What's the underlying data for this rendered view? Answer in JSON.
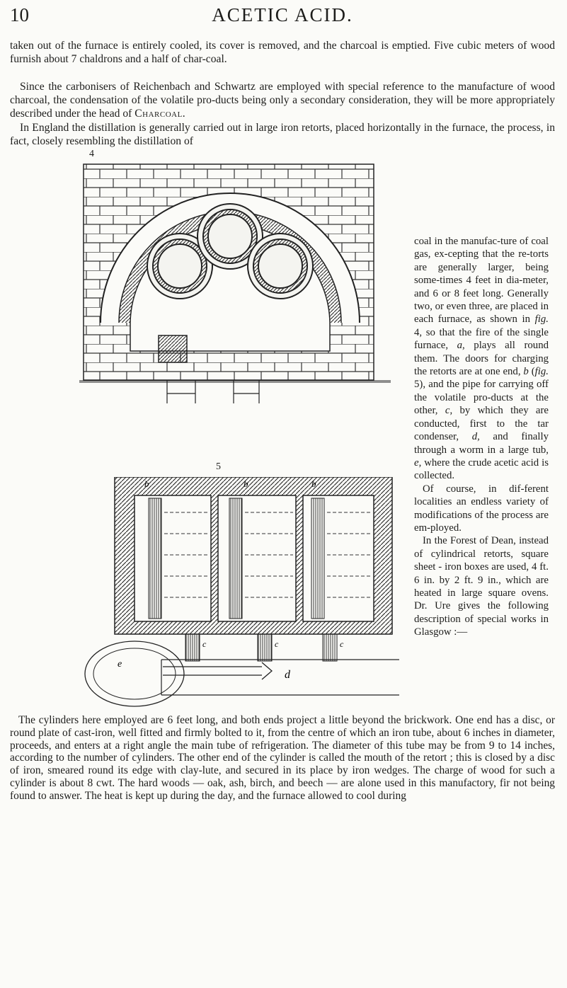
{
  "header": {
    "page_number": "10",
    "running_title": "ACETIC ACID."
  },
  "paragraphs": {
    "p1": "taken out of the furnace is entirely cooled, its cover is removed, and the charcoal is emptied. Five cubic meters of wood furnish about 7 chaldrons and a half of char-coal.",
    "p2_before": "Since the carbonisers of Reichenbach and Schwartz are employed with special reference to the manufacture of wood charcoal, the condensation of the volatile pro-ducts being only a secondary consideration, they will be more appropriately described under the head of ",
    "p2_head": "Charcoal.",
    "p3": "In England the distillation is generally carried out in large iron retorts, placed horizontally in the furnace, the process, in fact, closely resembling the distillation of",
    "side_1a": "coal in the manufac-ture of coal gas, ex-cepting that the re-torts are generally larger, being some-times 4 feet in dia-meter, and 6 or 8 feet long. Generally two, or even three, are placed in each furnace, as shown in ",
    "side_1_fig4": "fig.",
    "side_1b": " 4, so that the fire of the single furnace, ",
    "side_1_a": "a",
    "side_1c": ", plays all round them. The doors for charging the retorts are at one end, ",
    "side_1_b": "b",
    "side_1d": " (",
    "side_1_fig5": "fig.",
    "side_1e": " 5), and the pipe for carrying off the volatile pro-ducts at the other, ",
    "side_1_c": "c",
    "side_1f": ", by which they are conducted, first to the tar condenser, ",
    "side_1_d": "d",
    "side_1g": ", and finally through a worm in a large tub, ",
    "side_1_e": "e",
    "side_1h": ", where the crude acetic acid is collected.",
    "side_2": "Of course, in dif-ferent localities an endless variety of modifications of the process are em-ployed.",
    "side_3": "In the Forest of Dean, instead of cylindrical retorts, square sheet - iron boxes are used, 4 ft. 6 in. by 2 ft. 9 in., which are heated in large square ovens. Dr. Ure gives the following description of special works in Glasgow :—",
    "p_bottom": "The cylinders here employed are 6 feet long, and both ends project a little beyond the brickwork. One end has a disc, or round plate of cast-iron, well fitted and firmly bolted to it, from the centre of which an iron tube, about 6 inches in diameter, proceeds, and enters at a right angle the main tube of refrigeration. The diameter of this tube may be from 9 to 14 inches, according to the number of cylinders. The other end of the cylinder is called the mouth of the retort ; this is closed by a disc of iron, smeared round its edge with clay-lute, and secured in its place by iron wedges. The charge of wood for such a cylinder is about 8 cwt. The hard woods — oak, ash, birch, and beech — are alone used in this manufactory, fir not being found to answer. The heat is kept up during the day, and the furnace allowed to cool during"
  },
  "figures": {
    "fig4_number": "4",
    "fig5_number": "5",
    "fig5_labels": {
      "b": "b",
      "c": "c",
      "d": "d",
      "e": "e"
    }
  }
}
